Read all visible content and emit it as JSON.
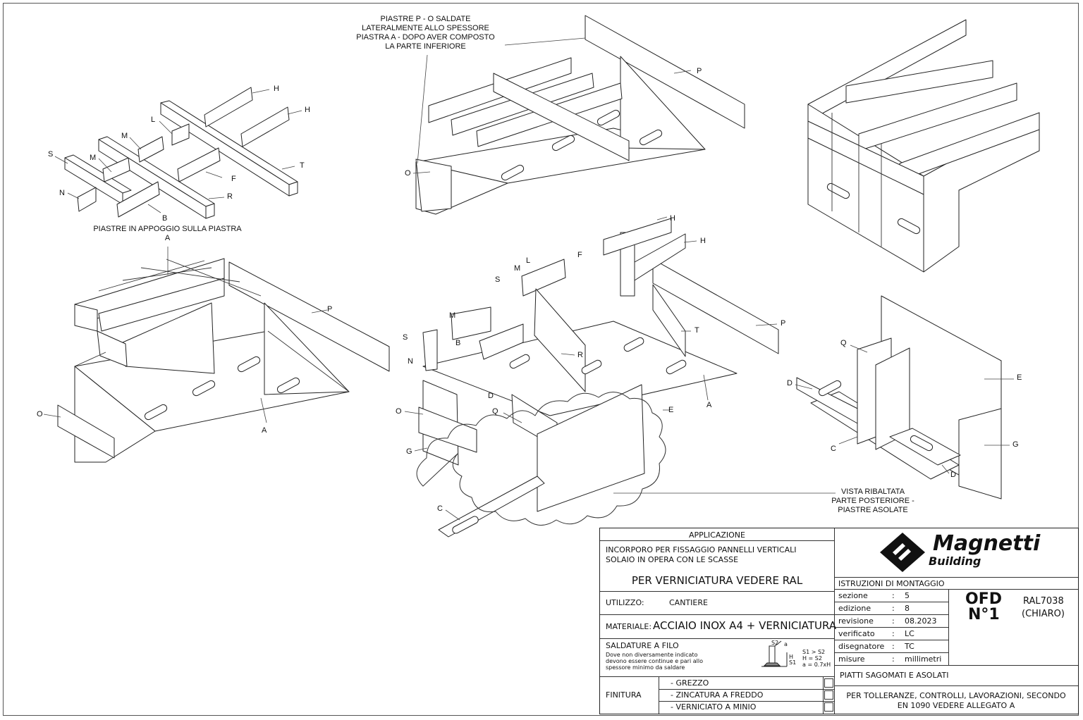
{
  "labels": {
    "tl_H1": "H",
    "tl_H2": "H",
    "tl_L": "L",
    "tl_M1": "M",
    "tl_M2": "M",
    "tl_S": "S",
    "tl_T": "T",
    "tl_F": "F",
    "tl_R": "R",
    "tl_N": "N",
    "tl_B": "B",
    "ml_P": "P",
    "ml_O": "O",
    "ml_A": "A",
    "tc_P": "P",
    "tc_O": "O",
    "c_H1": "H",
    "c_H2": "H",
    "c_L": "L",
    "c_M1": "M",
    "c_F": "F",
    "c_S1": "S",
    "c_M2": "M",
    "c_B": "B",
    "c_S2": "S",
    "c_N": "N",
    "c_R": "R",
    "c_T": "T",
    "c_P": "P",
    "c_D": "D",
    "c_A": "A",
    "c_E": "E",
    "c_O": "O",
    "c_Q": "Q",
    "c_G": "G",
    "c_C": "C",
    "r_Q": "Q",
    "r_D1": "D",
    "r_E": "E",
    "r_C": "C",
    "r_G": "G",
    "r_D2": "D"
  },
  "notes": {
    "piastre_p": [
      "PIASTRE P - O SALDATE",
      "LATERALMENTE ALLO SPESSORE",
      "PIASTRA A - DOPO AVER COMPOSTO",
      "LA PARTE INFERIORE"
    ],
    "piastre_appoggio": [
      "PIASTRE IN APPOGGIO SULLA PIASTRA",
      "A"
    ],
    "vista_ribaltata": [
      "VISTA RIBALTATA",
      "PARTE POSTERIORE -",
      "PIASTRE ASOLATE"
    ]
  },
  "title_block": {
    "applicazione_header": "APPLICAZIONE",
    "applicazione_line1": "INCORPORO PER FISSAGGIO PANNELLI VERTICALI",
    "applicazione_line2": "SOLAIO IN OPERA CON LE SCASSE",
    "verniciatura": "PER VERNICIATURA VEDERE RAL",
    "utilizzo_label": "UTILIZZO:",
    "utilizzo_value": "CANTIERE",
    "materiale_label": "MATERIALE:",
    "materiale_value": "ACCIAIO INOX A4 + VERNICIATURA",
    "saldature_title": "SALDATURE A FILO",
    "saldature_note": [
      "Dove non diversamente indicato",
      "devono essere continue e pari allo",
      "spessore minimo da saldare"
    ],
    "weld_s2": "S2",
    "weld_a": "a",
    "weld_s1": "S1",
    "weld_h": "H",
    "weld_rules": [
      "S1 > S2",
      "H = S2",
      "a = 0.7xH"
    ],
    "finitura_label": "FINITURA",
    "finitura_options": [
      "- GREZZO",
      "- ZINCATURA A FREDDO",
      "- VERNICIATO A MINIO"
    ],
    "logo_name": "Magnetti",
    "logo_sub": "Building",
    "istruzioni": "ISTRUZIONI DI MONTAGGIO",
    "meta": [
      {
        "key": "sezione",
        "value": "5"
      },
      {
        "key": "edizione",
        "value": "8"
      },
      {
        "key": "revisione",
        "value": "08.2023"
      },
      {
        "key": "verificato",
        "value": "LC"
      },
      {
        "key": "disegnatore",
        "value": "TC"
      },
      {
        "key": "misure",
        "value": "millimetri"
      }
    ],
    "code_line1": "OFD",
    "code_line2": "N°1",
    "ral_line1": "RAL7038",
    "ral_line2": "(CHIARO)",
    "piatti": "PIATTI SAGOMATI E ASOLATI",
    "tolleranze_line1": "PER TOLLERANZE, CONTROLLI, LAVORAZIONI, SECONDO",
    "tolleranze_line2": "EN 1090 VEDERE ALLEGATO A"
  }
}
